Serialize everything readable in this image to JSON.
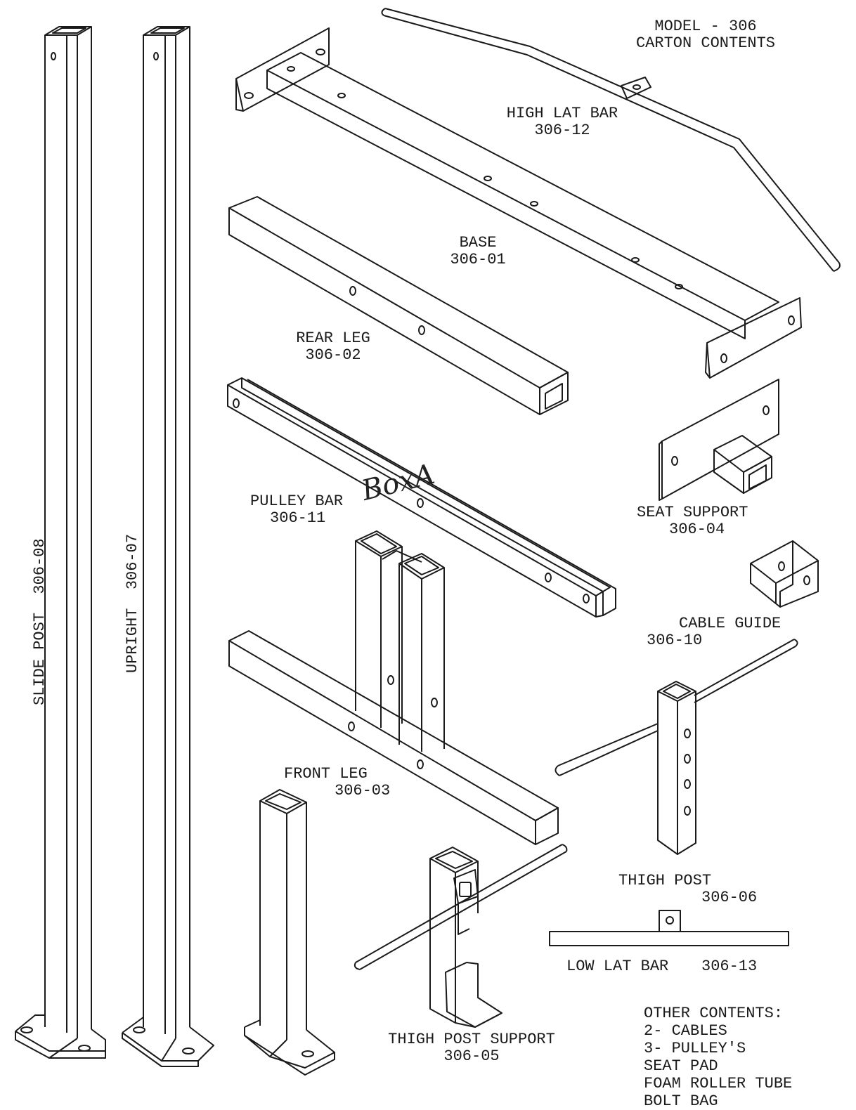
{
  "header": {
    "model": "MODEL - 306",
    "subtitle": "CARTON CONTENTS"
  },
  "parts": {
    "high_lat_bar": {
      "name": "HIGH LAT BAR",
      "code": "306-12"
    },
    "base": {
      "name": "BASE",
      "code": "306-01"
    },
    "rear_leg": {
      "name": "REAR LEG",
      "code": "306-02"
    },
    "pulley_bar": {
      "name": "PULLEY BAR",
      "code": "306-11"
    },
    "seat_support": {
      "name": "SEAT SUPPORT",
      "code": "306-04"
    },
    "cable_guide": {
      "name": "CABLE GUIDE",
      "code": "306-10"
    },
    "front_leg": {
      "name": "FRONT LEG",
      "code": "306-03"
    },
    "thigh_post": {
      "name": "THIGH POST",
      "code": "306-06"
    },
    "low_lat_bar": {
      "name": "LOW LAT BAR",
      "code": "306-13"
    },
    "thigh_post_support": {
      "name": "THIGH POST SUPPORT",
      "code": "306-05"
    },
    "slide_post": {
      "label": "SLIDE POST  306-08"
    },
    "upright": {
      "label": "UPRIGHT  306-07"
    }
  },
  "handwritten_note": "BoxA",
  "other_contents": {
    "title": "OTHER CONTENTS:",
    "items": [
      "2- CABLES",
      "3- PULLEY'S",
      "SEAT PAD",
      "FOAM ROLLER TUBE",
      "BOLT BAG"
    ]
  }
}
